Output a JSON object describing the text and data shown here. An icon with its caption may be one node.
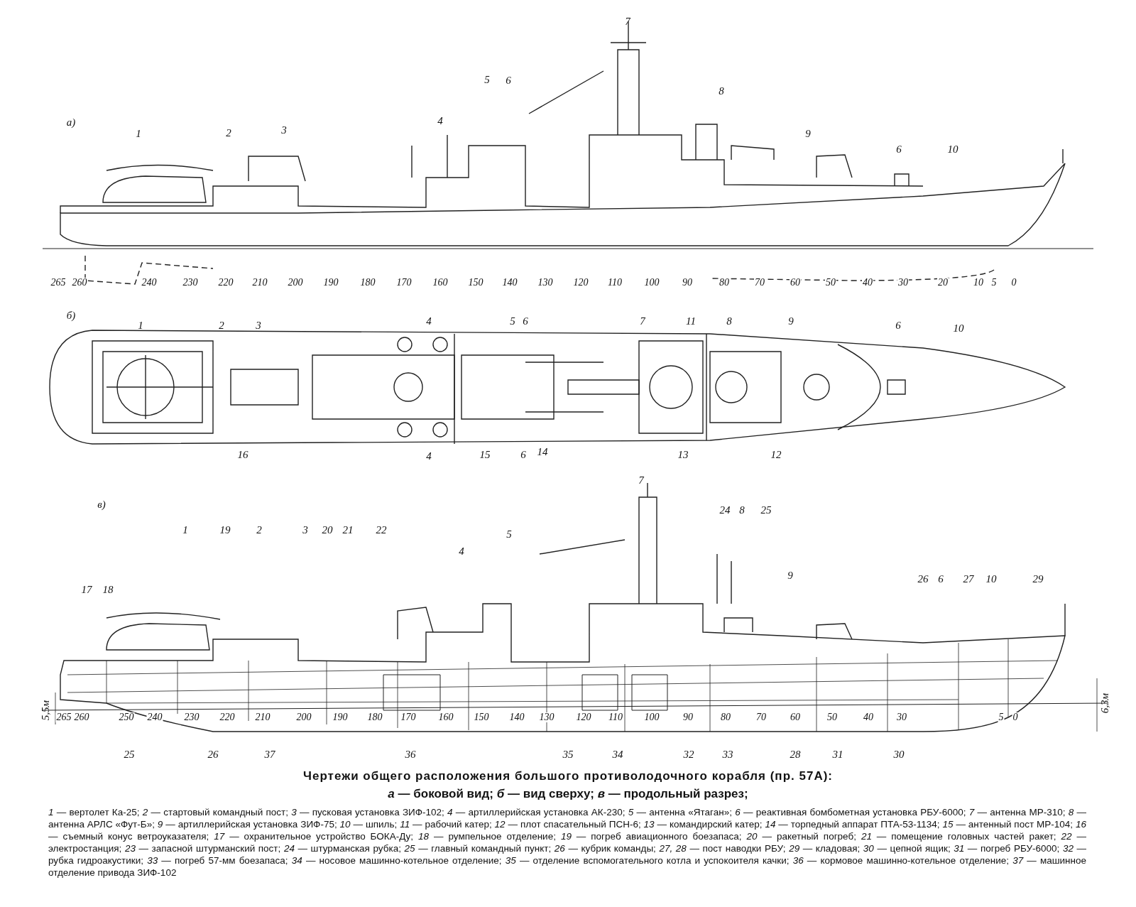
{
  "diagram": {
    "title": "Чертежи общего расположения большого противолодочного корабля (пр. 57А):",
    "labels": [
      "а)",
      "7",
      "5",
      "6",
      "8",
      "1",
      "2",
      "3",
      "4",
      "9",
      "6",
      "10",
      "265",
      "260",
      "240",
      "230",
      "220",
      "210",
      "200",
      "190",
      "180",
      "170",
      "160",
      "150",
      "140",
      "130",
      "120",
      "110",
      "100",
      "90",
      "80",
      "70",
      "60",
      "50",
      "40",
      "30",
      "20",
      "10",
      "5",
      "0",
      "б)",
      "1",
      "2",
      "3",
      "4",
      "5",
      "6",
      "7",
      "11",
      "8",
      "9",
      "6",
      "10",
      "16",
      "4",
      "15",
      "6",
      "14",
      "13",
      "12",
      "в)",
      "7",
      "24",
      "8",
      "25",
      "5",
      "1",
      "19",
      "2",
      "3",
      "20",
      "21",
      "22",
      "4",
      "9",
      "26",
      "6",
      "27",
      "10",
      "29",
      "17",
      "18",
      "5,5м",
      "6,3м",
      "265",
      "260",
      "250",
      "240",
      "230",
      "220",
      "210",
      "200",
      "190",
      "180",
      "170",
      "160",
      "150",
      "140",
      "130",
      "120",
      "110",
      "100",
      "90",
      "80",
      "70",
      "60",
      "50",
      "40",
      "30",
      "5",
      "0",
      "25",
      "26",
      "37",
      "36",
      "35",
      "34",
      "32",
      "33",
      "28",
      "31",
      "30",
      "*а* — боковой вид; *б* — вид сверху; *в* — продольный разрез;"
    ],
    "caption": "*1* — вертолет Ка-25; *2* — стартовый командный пост; *3* — пусковая установка ЗИФ-102; *4* — артиллерийская установка АК-230; *5* — антенна «Ятаган»; *6* — реактивная бомбометная установка РБУ-6000; *7* — антенна МР-310; *8* — антенна АРЛС «Фут-Б»; *9* — артиллерийская установка ЗИФ-75; *10* — шпиль; *11* — рабочий катер; *12* — плот спасательный ПСН-6; *13* — командирский катер; *14* — торпедный аппарат ПТА-53-1134; *15* — антенный пост МР-104; *16* — съемный конус ветроуказателя; *17* — охранительное устройство БОКА-Ду; *18* — румпельное отделение; *19* — погреб авиационного боезапаса; *20* — ракетный погреб; *21* — помещение головных частей ракет; *22* — электростанция; *23* — запасной штурманский пост; *24* — штурманская рубка; *25* — главный командный пункт; *26* — кубрик команды; *27, 28* — пост наводки РБУ; *29* — кладовая; *30* — цепной ящик; *31* — погреб РБУ-6000; *32* — рубка гидроакустики; *33* — погреб 57-мм боезапаса; *34* — носовое машинно-котельное отделение; *35* — отделение вспомогательного котла и успокоителя качки; *36* — кормовое машинно-котельное отделение; *37* — машинное отделение привода ЗИФ-102"
  }
}
